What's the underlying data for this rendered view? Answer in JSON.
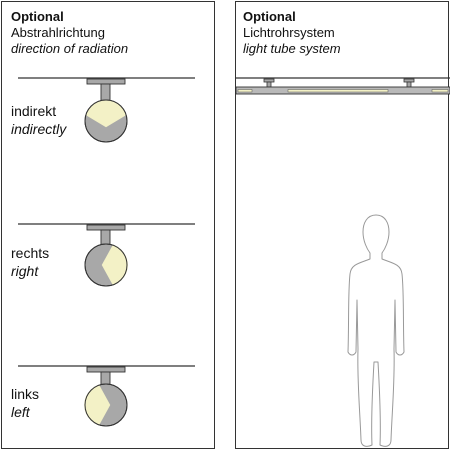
{
  "left_panel": {
    "title": "Optional",
    "subtitle_de": "Abstrahlrichtung",
    "subtitle_en": "direction of radiation",
    "variants": [
      {
        "label_de": "indirekt",
        "label_en": "indirectly",
        "direction": "up"
      },
      {
        "label_de": "rechts",
        "label_en": "right",
        "direction": "right"
      },
      {
        "label_de": "links",
        "label_en": "left",
        "direction": "left"
      }
    ]
  },
  "right_panel": {
    "title": "Optional",
    "subtitle_de": "Lichtrohrsystem",
    "subtitle_en": "light tube system"
  },
  "colors": {
    "lamp_body": "#a8a8a8",
    "light_beam": "#f3f1c6",
    "outline": "#333333",
    "figure_outline": "#999999",
    "tube_bar": "#b9b9b9"
  }
}
